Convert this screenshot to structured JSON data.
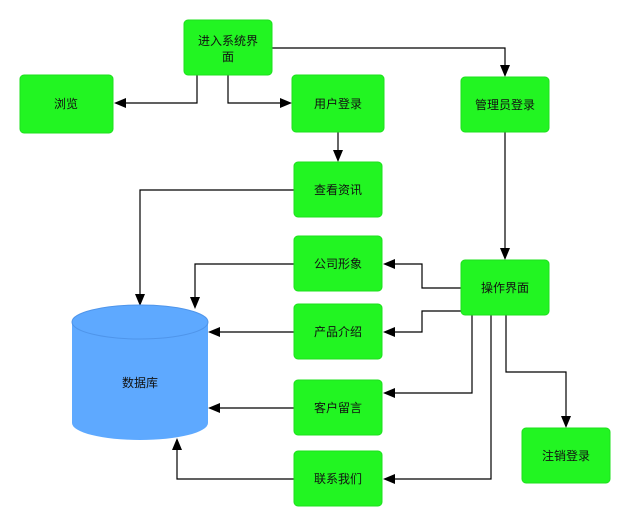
{
  "diagram": {
    "type": "flowchart",
    "colors": {
      "node_fill": "#22f522",
      "database_fill": "#5ea9ff",
      "edge": "#000000",
      "background": "#ffffff"
    },
    "nodes": {
      "enter_system": {
        "label_line1": "进入系统界",
        "label_line2": "面"
      },
      "browse": {
        "label": "浏览"
      },
      "user_login": {
        "label": "用户登录"
      },
      "admin_login": {
        "label": "管理员登录"
      },
      "view_news": {
        "label": "查看资讯"
      },
      "company_image": {
        "label": "公司形象"
      },
      "product_intro": {
        "label": "产品介绍"
      },
      "operation_ui": {
        "label": "操作界面"
      },
      "customer_message": {
        "label": "客户留言"
      },
      "contact_us": {
        "label": "联系我们"
      },
      "logout": {
        "label": "注销登录"
      },
      "database": {
        "label": "数据库"
      }
    },
    "edges": [
      {
        "from": "进入系统界面",
        "to": "浏览"
      },
      {
        "from": "进入系统界面",
        "to": "用户登录"
      },
      {
        "from": "进入系统界面",
        "to": "管理员登录"
      },
      {
        "from": "用户登录",
        "to": "查看资讯"
      },
      {
        "from": "管理员登录",
        "to": "操作界面"
      },
      {
        "from": "操作界面",
        "to": "公司形象"
      },
      {
        "from": "操作界面",
        "to": "产品介绍"
      },
      {
        "from": "操作界面",
        "to": "客户留言"
      },
      {
        "from": "操作界面",
        "to": "联系我们"
      },
      {
        "from": "操作界面",
        "to": "注销登录"
      },
      {
        "from": "查看资讯",
        "to": "数据库"
      },
      {
        "from": "公司形象",
        "to": "数据库"
      },
      {
        "from": "产品介绍",
        "to": "数据库"
      },
      {
        "from": "客户留言",
        "to": "数据库"
      },
      {
        "from": "联系我们",
        "to": "数据库"
      }
    ]
  }
}
